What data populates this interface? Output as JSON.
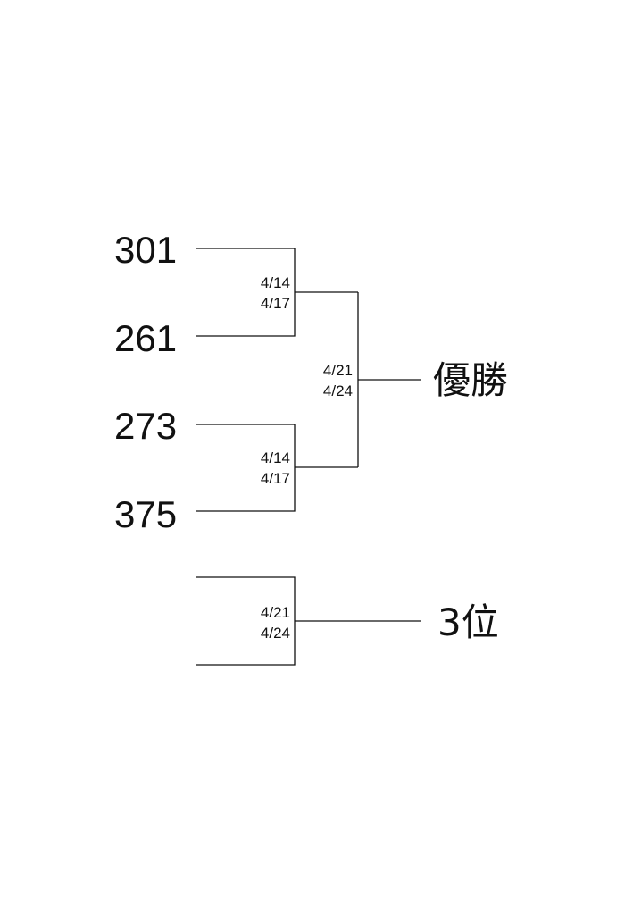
{
  "teams": [
    "301",
    "261",
    "273",
    "375"
  ],
  "round1": [
    {
      "date1": "4/14",
      "date2": "4/17"
    },
    {
      "date1": "4/14",
      "date2": "4/17"
    }
  ],
  "final": {
    "date1": "4/21",
    "date2": "4/24",
    "label": "優勝"
  },
  "third_place": {
    "date1": "4/21",
    "date2": "4/24",
    "label": "3位"
  }
}
